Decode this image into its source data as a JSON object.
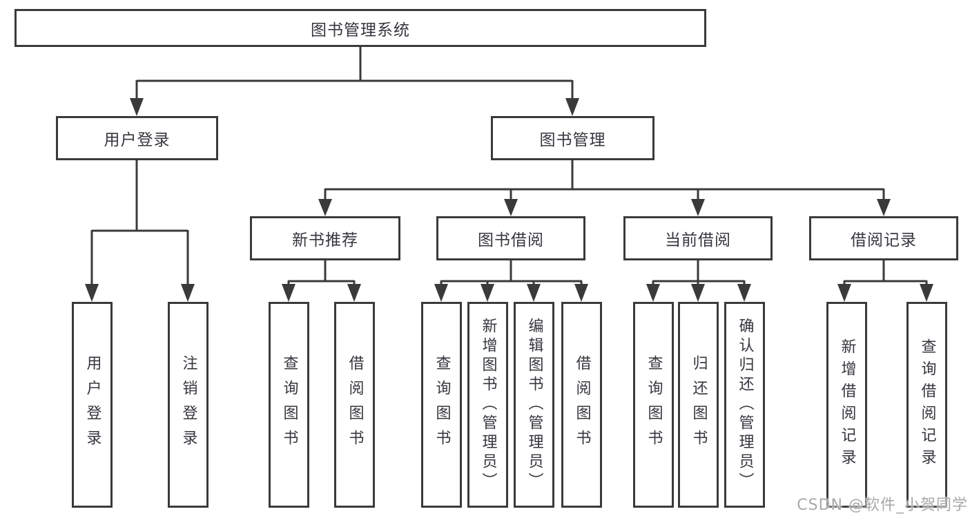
{
  "diagram": {
    "colors": {
      "line": "#3a3a3a",
      "box_border": "#3a3a3a",
      "text": "#36363e",
      "background": "#ffffff",
      "watermark_text": "#a8a8a8"
    },
    "nodes": {
      "root": "图书管理系统",
      "user_login": "用户登录",
      "book_mgmt": "图书管理",
      "leaf_user_login": "用户登录",
      "leaf_logout": "注销登录",
      "new_book_rec": "新书推荐",
      "book_borrow": "图书借阅",
      "current_borrow": "当前借阅",
      "borrow_records": "借阅记录",
      "nbr_query_book": "查询图书",
      "nbr_borrow_book": "借阅图书",
      "bb_query_book": "查询图书",
      "bb_add_book": "新增图书（管理员）",
      "bb_edit_book": "编辑图书（管理员）",
      "bb_borrow_book": "借阅图书",
      "cb_query_book": "查询图书",
      "cb_return_book": "归还图书",
      "cb_confirm_return": "确认归还（管理员）",
      "br_add_record": "新增借阅记录",
      "br_query_record": "查询借阅记录"
    },
    "watermark": "CSDN @软件_小贺同学"
  }
}
